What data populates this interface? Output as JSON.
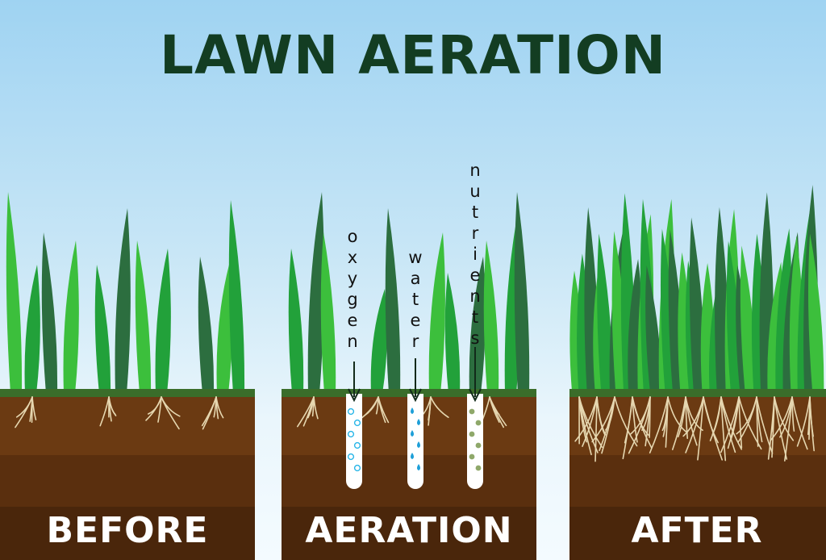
{
  "title": "LAWN AERATION",
  "panels": [
    {
      "id": "before",
      "label": "BEFORE"
    },
    {
      "id": "aeration",
      "label": "AERATION"
    },
    {
      "id": "after",
      "label": "AFTER"
    }
  ],
  "flows": [
    {
      "word": "oxygen",
      "particle": "bubble",
      "color": "#29b6e8"
    },
    {
      "word": "water",
      "particle": "drop",
      "color": "#1e9fd8"
    },
    {
      "word": "nutrients",
      "particle": "dot",
      "color": "#8fa86a"
    }
  ],
  "colors": {
    "title": "#133d22",
    "soil_top": "#6b3a12",
    "soil_mid": "#5a2f0e",
    "soil_bottom": "#4a260b",
    "turf": "#3a6d2a",
    "roots": "#e6d7b0",
    "grass_light": "#3cbf3c",
    "grass_mid": "#22a13a",
    "grass_dark": "#2c6e3f"
  }
}
